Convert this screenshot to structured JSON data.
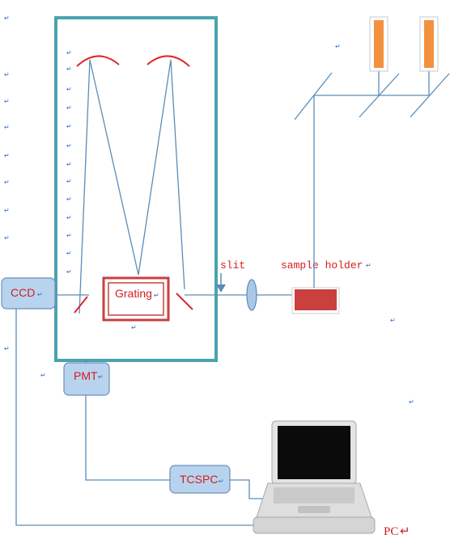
{
  "labels": {
    "ccd": "CCD",
    "grating": "Grating",
    "pmt": "PMT",
    "tcspc": "TCSPC",
    "slit": "slit",
    "sample_holder": "sample holder",
    "pc": "PC"
  },
  "marks": {
    "paragraph": "↵",
    "return": "↵"
  },
  "colors": {
    "frame": "#4aa3b0",
    "beam": "#5b8db8",
    "mirror": "#e0262b",
    "box_fill": "#b8d3ee",
    "box_stroke": "#6b8fb8",
    "text_red": "#d21e1e",
    "sample": "#c9403f",
    "laser": "#f3913e",
    "lens": "#a9c7e8"
  }
}
